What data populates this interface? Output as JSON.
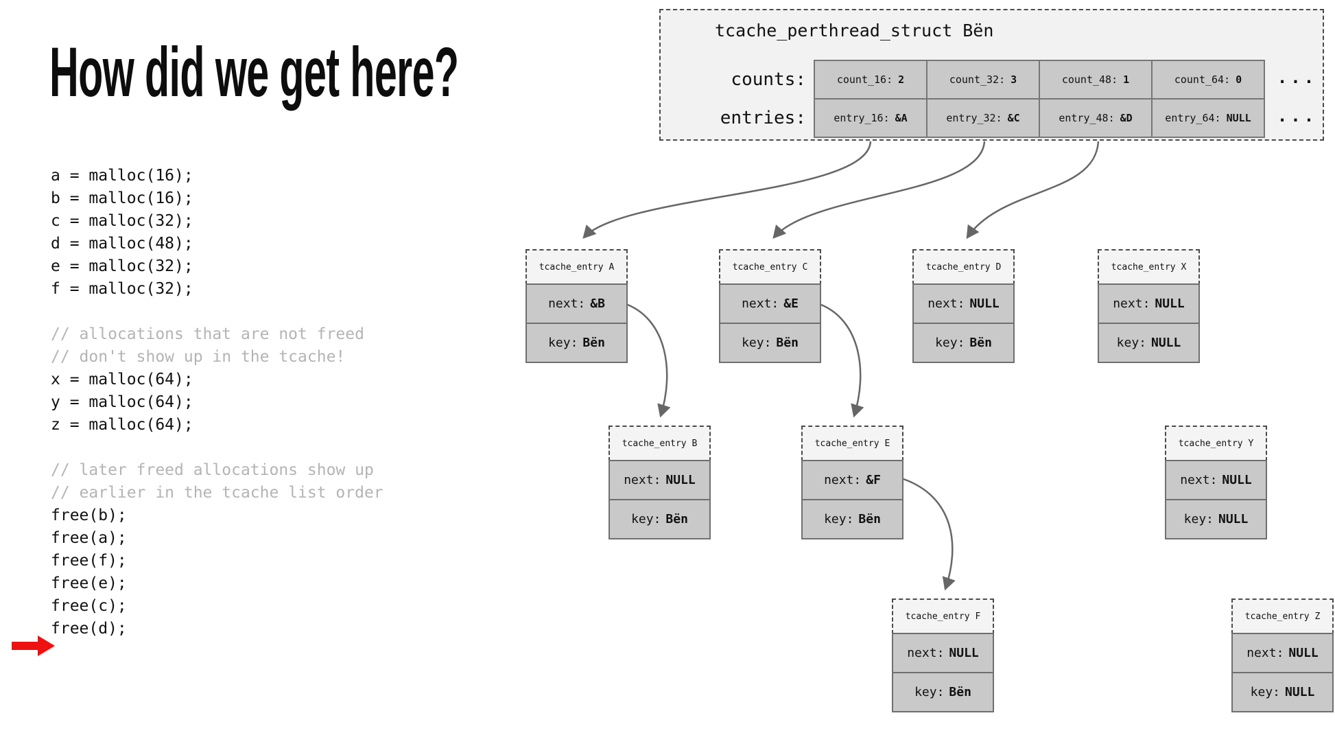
{
  "slide": {
    "title": "How did we get here?"
  },
  "code": {
    "lines": [
      {
        "text": "a = malloc(16);"
      },
      {
        "text": "b = malloc(16);"
      },
      {
        "text": "c = malloc(32);"
      },
      {
        "text": "d = malloc(48);"
      },
      {
        "text": "e = malloc(32);"
      },
      {
        "text": "f = malloc(32);"
      },
      {
        "text": ""
      },
      {
        "text": "// allocations that are not freed"
      },
      {
        "text": "// don't show up in the tcache!"
      },
      {
        "text": "x = malloc(64);"
      },
      {
        "text": "y = malloc(64);"
      },
      {
        "text": "z = malloc(64);"
      },
      {
        "text": ""
      },
      {
        "text": "// later freed allocations show up"
      },
      {
        "text": "// earlier in the tcache list order"
      },
      {
        "text": "free(b);"
      },
      {
        "text": "free(a);"
      },
      {
        "text": "free(f);"
      },
      {
        "text": "free(e);"
      },
      {
        "text": "free(c);"
      },
      {
        "text": "free(d);"
      }
    ]
  },
  "tcache_struct": {
    "title": "tcache_perthread_struct Bën",
    "counts_label": "counts:",
    "entries_label": "entries:",
    "counts_cells": [
      {
        "label": "count_16:",
        "value": "2"
      },
      {
        "label": "count_32:",
        "value": "3"
      },
      {
        "label": "count_48:",
        "value": "1"
      },
      {
        "label": "count_64:",
        "value": "0"
      }
    ],
    "entries_cells": [
      {
        "label": "entry_16:",
        "value": "&A"
      },
      {
        "label": "entry_32:",
        "value": "&C"
      },
      {
        "label": "entry_48:",
        "value": "&D"
      },
      {
        "label": "entry_64:",
        "value": "NULL"
      }
    ],
    "ellipsis": "..."
  },
  "entry_boxes": [
    {
      "title": "tcache_entry A",
      "next_label": "next:",
      "next_value": "&B",
      "key_label": "key:",
      "key_value": "Bën"
    },
    {
      "title": "tcache_entry C",
      "next_label": "next:",
      "next_value": "&E",
      "key_label": "key:",
      "key_value": "Bën"
    },
    {
      "title": "tcache_entry D",
      "next_label": "next:",
      "next_value": "NULL",
      "key_label": "key:",
      "key_value": "Bën"
    },
    {
      "title": "tcache_entry X",
      "next_label": "next:",
      "next_value": "NULL",
      "key_label": "key:",
      "key_value": "NULL"
    },
    {
      "title": "tcache_entry B",
      "next_label": "next:",
      "next_value": "NULL",
      "key_label": "key:",
      "key_value": "Bën"
    },
    {
      "title": "tcache_entry E",
      "next_label": "next:",
      "next_value": "&F",
      "key_label": "key:",
      "key_value": "Bën"
    },
    {
      "title": "tcache_entry Y",
      "next_label": "next:",
      "next_value": "NULL",
      "key_label": "key:",
      "key_value": "NULL"
    },
    {
      "title": "tcache_entry F",
      "next_label": "next:",
      "next_value": "NULL",
      "key_label": "key:",
      "key_value": "Bën"
    },
    {
      "title": "tcache_entry Z",
      "next_label": "next:",
      "next_value": "NULL",
      "key_label": "key:",
      "key_value": "NULL"
    }
  ],
  "colors": {
    "red_marker_arrow": "#ee1111",
    "pointer_arrow_gray": "#666666",
    "comment_gray": "#b4b4b4",
    "cell_bg": "#c9c9c9",
    "struct_bg": "#f2f2f2"
  }
}
